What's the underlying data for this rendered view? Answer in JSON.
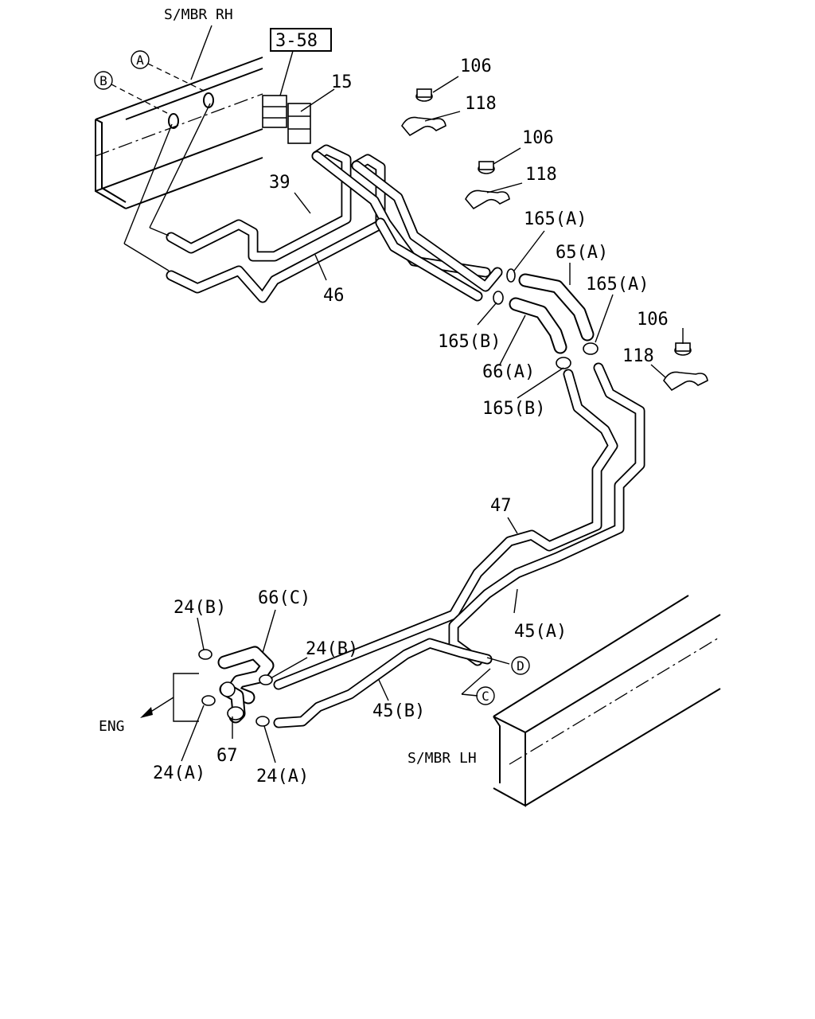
{
  "labels": {
    "smbr_rh": "S/MBR RH",
    "smbr_lh": "S/MBR LH",
    "ref_box": "3-58",
    "p15": "15",
    "p39": "39",
    "p46": "46",
    "p106_a": "106",
    "p118_a": "118",
    "p106_b": "106",
    "p118_b": "118",
    "p106_c": "106",
    "p118_c": "118",
    "p165a_1": "165(A)",
    "p165a_2": "165(A)",
    "p165b_1": "165(B)",
    "p165b_2": "165(B)",
    "p65a": "65(A)",
    "p66a": "66(A)",
    "p47": "47",
    "p45a": "45(A)",
    "p45b": "45(B)",
    "p66c": "66(C)",
    "p24b_1": "24(B)",
    "p24b_2": "24(B)",
    "p24a_1": "24(A)",
    "p24a_2": "24(A)",
    "p67": "67",
    "eng": "ENG"
  },
  "markers": {
    "A": "A",
    "B": "B",
    "C": "C",
    "D": "D"
  }
}
